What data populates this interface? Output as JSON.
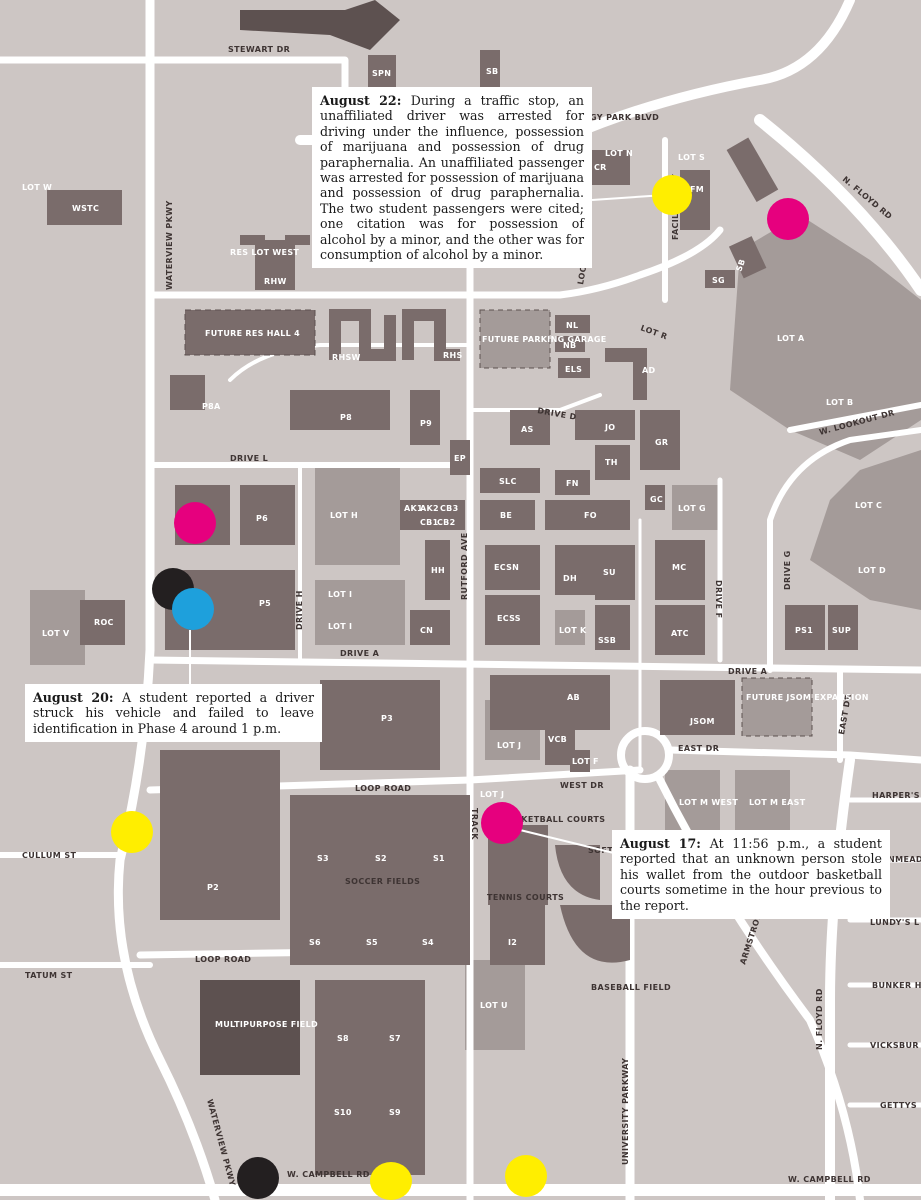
{
  "incidents": [
    {
      "id": "aug22",
      "date_label": "August 22:",
      "text": "During a traffic stop, an unaffiliated driver was arrested for driving under the influence, possession of marijuana and possession of drug paraphernalia. An unaffiliated passenger was arrested for possession of marijuana and possession of drug paraphernalia. The two student passengers were cited; one citation was for possession of alcohol by a minor, and the other was for consumption of alcohol by a minor."
    },
    {
      "id": "aug20",
      "date_label": "August 20:",
      "text": "A student reported a driver struck his vehicle and failed to leave identification in Phase 4 around 1 p.m."
    },
    {
      "id": "aug17",
      "date_label": "August 17:",
      "text": "At 11:56 p.m., a student reported that an unknown person stole his wallet from the outdoor basketball courts sometime in the hour previous to the report."
    }
  ],
  "marker_colors": {
    "yellow": "#ffee00",
    "magenta": "#e6007e",
    "black": "#231f20",
    "cyan": "#1ea0dc"
  },
  "map_colors": {
    "background": "#cdc6c4",
    "building": "#7a6c6b",
    "lot": "#a49b99",
    "road": "#ffffff"
  },
  "streets": {
    "stewart_dr": "STEWART DR",
    "synergy_park_blvd": "GY PARK BLVD",
    "n_floyd_rd_top": "N. FLOYD RD",
    "waterview_pkwy": "WATERVIEW PKWY",
    "waterview_pkwy_bottom": "WATERVIEW PKWY",
    "loop_rd": "LOOP RD",
    "drive_l": "DRIVE L",
    "drive_d": "DRIVE D",
    "w_lookout_dr": "W. LOOKOUT DR",
    "drive_h": "DRIVE H",
    "rutford_ave": "RUTFORD AVE",
    "drive_a_left": "DRIVE A",
    "drive_a_right": "DRIVE A",
    "drive_f": "DRIVE F",
    "drive_g": "DRIVE G",
    "east_dr_v": "EAST DR",
    "east_dr_h": "EAST DR",
    "loop_road_top": "LOOP ROAD",
    "loop_road_bottom": "LOOP ROAD",
    "west_dr": "WEST DR",
    "cullum_st": "CULLUM ST",
    "tatum_st": "TATUM ST",
    "harpers": "HARPER'S",
    "nmead": "NMEAD",
    "lundys": "LUNDY'S L",
    "bunker": "BUNKER H",
    "vicksburg": "VICKSBUR",
    "gettys": "GETTYS",
    "armstrong": "ARMSTRONG",
    "n_floyd_rd_bottom": "N. FLOYD RD",
    "university_pkwy": "UNIVERSITY PARKWAY",
    "w_campbell_left": "W. CAMPBELL RD",
    "w_campbell_right": "W. CAMPBELL RD",
    "facility_way": "FACILITY WAY"
  },
  "places": {
    "lot_w": "LOT W",
    "wstc": "WSTC",
    "spn": "SPN",
    "sb_top": "SB",
    "res_lot_west": "RES LOT WEST",
    "rhw": "RHW",
    "future_res_hall_4": "FUTURE RES HALL 4",
    "rhsw": "RHSW",
    "rhs": "RHS",
    "future_parking_garage": "FUTURE PARKING GARAGE",
    "nl": "NL",
    "nb": "NB",
    "els": "ELS",
    "ad": "AD",
    "lot_r": "LOT R",
    "lot_n": "LOT N",
    "cr": "CR",
    "lot_s": "LOT S",
    "fm": "FM",
    "sb": "SB",
    "sg": "SG",
    "lot_a": "LOT A",
    "lot_b": "LOT B",
    "p8a": "P8A",
    "p8": "P8",
    "p9": "P9",
    "as": "AS",
    "jo": "JO",
    "gr": "GR",
    "th": "TH",
    "ep": "EP",
    "slc": "SLC",
    "fn": "FN",
    "gc": "GC",
    "lot_g": "LOT G",
    "lot_c": "LOT C",
    "lot_d": "LOT D",
    "p6": "P6",
    "lot_h": "LOT H",
    "ak1": "AK1",
    "ak2": "AK2",
    "cb3": "CB3",
    "cb1": "CB1",
    "cb2": "CB2",
    "be": "BE",
    "fo": "FO",
    "hh": "HH",
    "ecsn": "ECSN",
    "dh": "DH",
    "su": "SU",
    "mc": "MC",
    "ecss": "ECSS",
    "lot_k": "LOT K",
    "ssb": "SSB",
    "atc": "ATC",
    "ps1": "PS1",
    "sup": "SUP",
    "lot_v": "LOT V",
    "roc": "ROC",
    "p5": "P5",
    "lot_i_a": "LOT I",
    "lot_i_b": "LOT I",
    "cn": "CN",
    "p3": "P3",
    "ab": "AB",
    "lot_j_a": "LOT J",
    "vcb": "VCB",
    "lot_f": "LOT F",
    "jsom": "JSOM",
    "future_jsom_expansion": "FUTURE JSOM EXPANSION",
    "lot_j_b": "LOT J",
    "basketball_courts": "BASKETBALL COURTS",
    "lot_m_west": "LOT M WEST",
    "lot_m_east": "LOT M EAST",
    "track": "TRACK",
    "s3": "S3",
    "s2": "S2",
    "s1": "S1",
    "soccer_fields": "SOCCER FIELDS",
    "s6": "S6",
    "s5": "S5",
    "s4": "S4",
    "tennis_courts": "TENNIS COURTS",
    "i2": "I2",
    "softball_field": "SOFT FIE",
    "p2": "P2",
    "baseball_field": "BASEBALL FIELD",
    "lot_u": "LOT U",
    "multipurpose_field": "MULTIPURPOSE FIELD",
    "s8": "S8",
    "s7": "S7",
    "s10": "S10",
    "s9": "S9"
  }
}
